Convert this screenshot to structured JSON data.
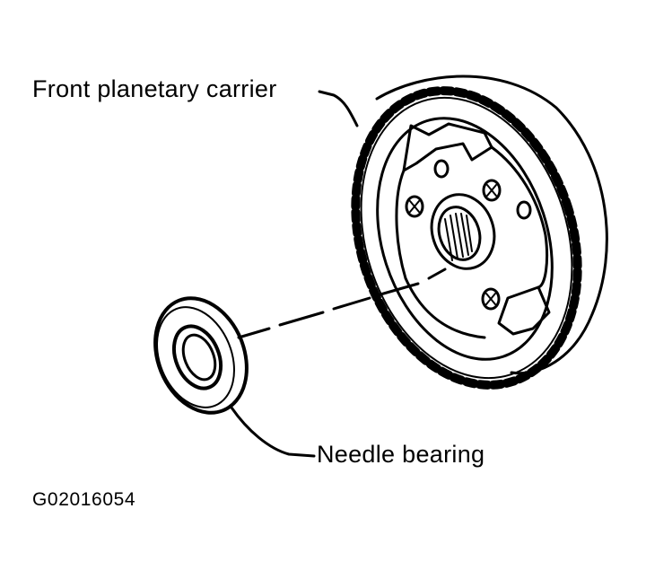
{
  "labels": {
    "front_planetary_carrier": "Front planetary carrier",
    "needle_bearing": "Needle bearing",
    "figure_id": "G02016054"
  },
  "colors": {
    "ink": "#000000",
    "paper": "#ffffff"
  }
}
